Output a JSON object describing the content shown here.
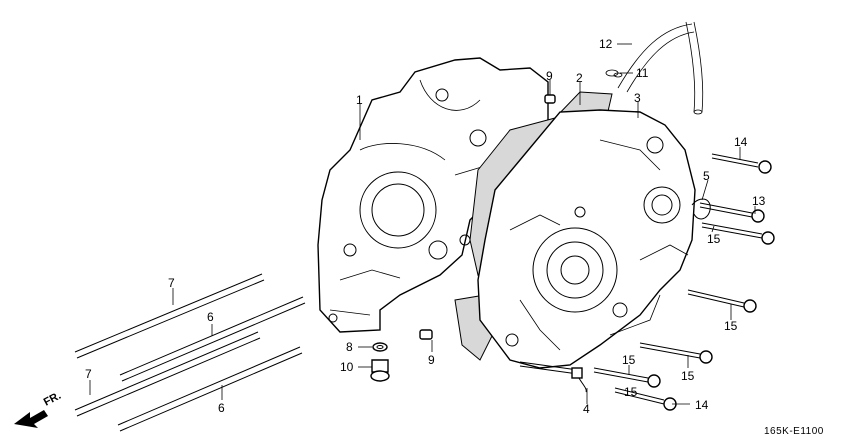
{
  "diagram": {
    "callouts": [
      "1",
      "2",
      "3",
      "4",
      "5",
      "6",
      "6",
      "7",
      "7",
      "8",
      "9",
      "9",
      "10",
      "11",
      "12",
      "13",
      "14",
      "14",
      "15",
      "15",
      "15",
      "15",
      "15"
    ],
    "drawing_code": "165K-E1100",
    "direction_marker": "FR."
  }
}
